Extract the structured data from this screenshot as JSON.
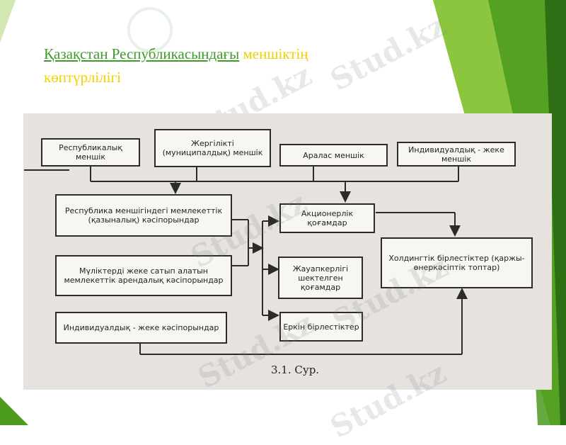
{
  "title": {
    "part1": "Қазақстан Республикасындағы",
    "part2": "меншіктің",
    "part3": "көптүрлілігі"
  },
  "diagram": {
    "top_boxes": [
      "Республикалық меншік",
      "Жергілікті (муниципалдық) меншік",
      "Аралас меншік",
      "Индивидуалдық - жеке меншік"
    ],
    "left_boxes": [
      "Республика меншігіндегі мемлекеттік (қазыналық) кәсіпорындар",
      "Мүліктерді жеке сатып алатын мемлекеттік арендалық кәсіпорындар",
      "Индивидуалдық - жеке кәсіпорындар"
    ],
    "mid_boxes": [
      "Акционерлік қоғамдар",
      "Жауапкерлігі шектелген қоғамдар",
      "Еркін бірлестіктер"
    ],
    "right_box": "Холдингтік бірлестіктер (қаржы-өнеркәсіптік топтар)",
    "caption": "3.1. Сур."
  },
  "watermark": "Stud.kz",
  "colors": {
    "accent_green": "#4a9a1e",
    "title_green": "#3f9a2a",
    "title_yellow": "#f0d000"
  }
}
